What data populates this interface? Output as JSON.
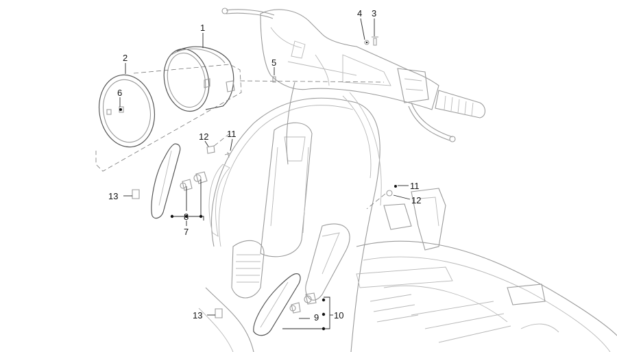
{
  "callouts": {
    "c1": "1",
    "c2": "2",
    "c3": "3",
    "c4": "4",
    "c5": "5",
    "c6": "6",
    "c7": "7",
    "c8": "8",
    "c9": "9",
    "c10": "10",
    "c11a": "11",
    "c11b": "11",
    "c12a": "12",
    "c12b": "12",
    "c13a": "13",
    "c13b": "13"
  }
}
